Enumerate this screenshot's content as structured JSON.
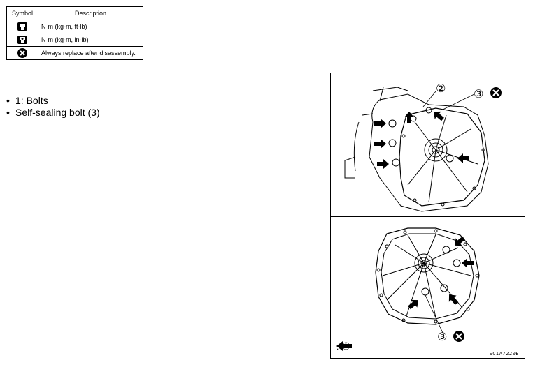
{
  "legend": {
    "header_symbol": "Symbol",
    "header_description": "Description",
    "rows": [
      {
        "icon": "torque-wrench-icon",
        "description": "N·m (kg-m, ft-lb)"
      },
      {
        "icon": "torque-wrench-small-icon",
        "description": "N·m (kg-m, in-lb)"
      },
      {
        "icon": "replace-x-icon",
        "description": "Always replace after disassembly."
      }
    ]
  },
  "notes": [
    "1: Bolts",
    "Self-sealing bolt (3)"
  ],
  "figure": {
    "callout_2": "②",
    "callout_3_top": "③",
    "callout_3_bottom": "③",
    "legend_equals": ":",
    "legend_label": "①",
    "code": "SCIA7220E"
  }
}
